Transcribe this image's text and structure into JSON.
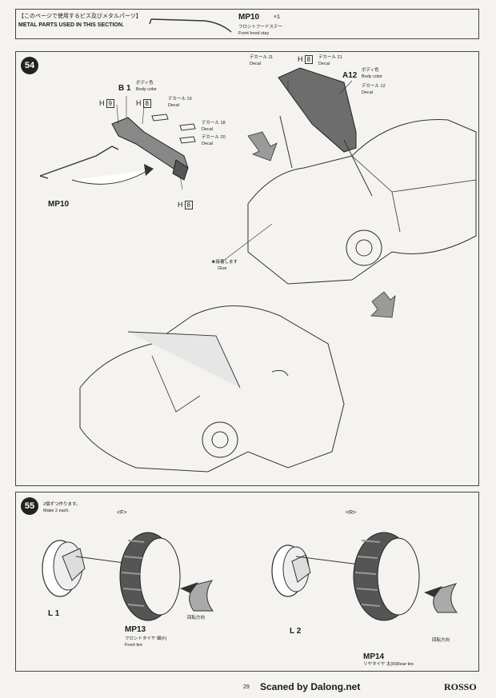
{
  "header": {
    "jp_title": "【このページで使用するビス及びメタルパーツ】",
    "en_title": "METAL PARTS USED IN THIS SECTION.",
    "part_code": "MP10",
    "part_qty": "×1",
    "part_jp": "フロントフードステー",
    "part_en": "Front hood stay"
  },
  "step54": {
    "number": "54",
    "mp10_label": "MP10",
    "b1_label": "B 1",
    "body_color_jp": "ボディ色",
    "body_color_en": "Body color",
    "h_label": "H",
    "h9": "9",
    "h8": "8",
    "decal_jp_19": "デカール 19",
    "decal_en": "Decal",
    "decal_jp_18": "デカール 18",
    "decal_jp_20": "デカール 20",
    "decal_jp_11": "デカール 11",
    "decal_jp_21": "デカール 21",
    "a12_label": "A12",
    "decal_jp_12": "デカール 12",
    "glue_jp": "★接着します",
    "glue_en": "Glue"
  },
  "step55": {
    "number": "55",
    "make_jp": "2個ずつ作ります。",
    "make_en": "Make 2 each.",
    "front_tag": "<F>",
    "rear_tag": "<R>",
    "l1": "L 1",
    "l2": "L 2",
    "mp13": "MP13",
    "mp13_jp": "フロントタイヤ 細(F)",
    "mp13_en": "Front tire",
    "mp14": "MP14",
    "mp14_jp": "リヤタイヤ 太(R)",
    "mp14_en": "Rear tire",
    "rot_jp": "回転方向"
  },
  "footer": {
    "page": "29",
    "credit": "Scaned by Dalong.net",
    "brand": "ROSSO"
  }
}
